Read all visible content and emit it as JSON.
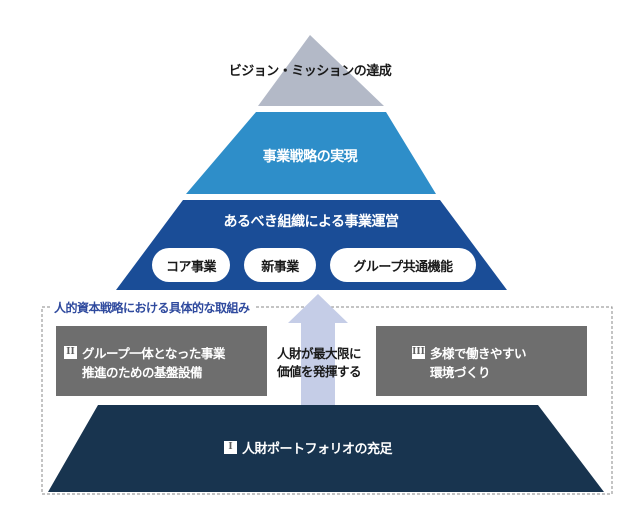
{
  "diagram": {
    "top": "ビジョン・ミッションの達成",
    "second": "事業戦略の実現",
    "third": "あるべき組織による事業運営",
    "businesses": [
      "コア事業",
      "新事業",
      "グループ共通機能"
    ],
    "initiatives_label": "人的資本戦略における具体的な取組み",
    "center_note": [
      "人財が最大限に",
      "価値を発揮する"
    ],
    "pillar_2": {
      "numeral": "II",
      "lines": [
        "グループ一体となった事業",
        "推進のための基盤設備"
      ]
    },
    "pillar_3": {
      "numeral": "III",
      "lines": [
        "多様で働きやすい",
        "環境づくり"
      ]
    },
    "base": {
      "numeral": "I",
      "text": "人財ポートフォリオの充足"
    }
  },
  "colors": {
    "top": "#b3b9c7",
    "second": "#2e8ec9",
    "third": "#1a4d97",
    "base": "#18344f",
    "gray_box": "#6e6e6e",
    "arrow": "#c5cde7",
    "label_blue": "#2f4a9e"
  }
}
